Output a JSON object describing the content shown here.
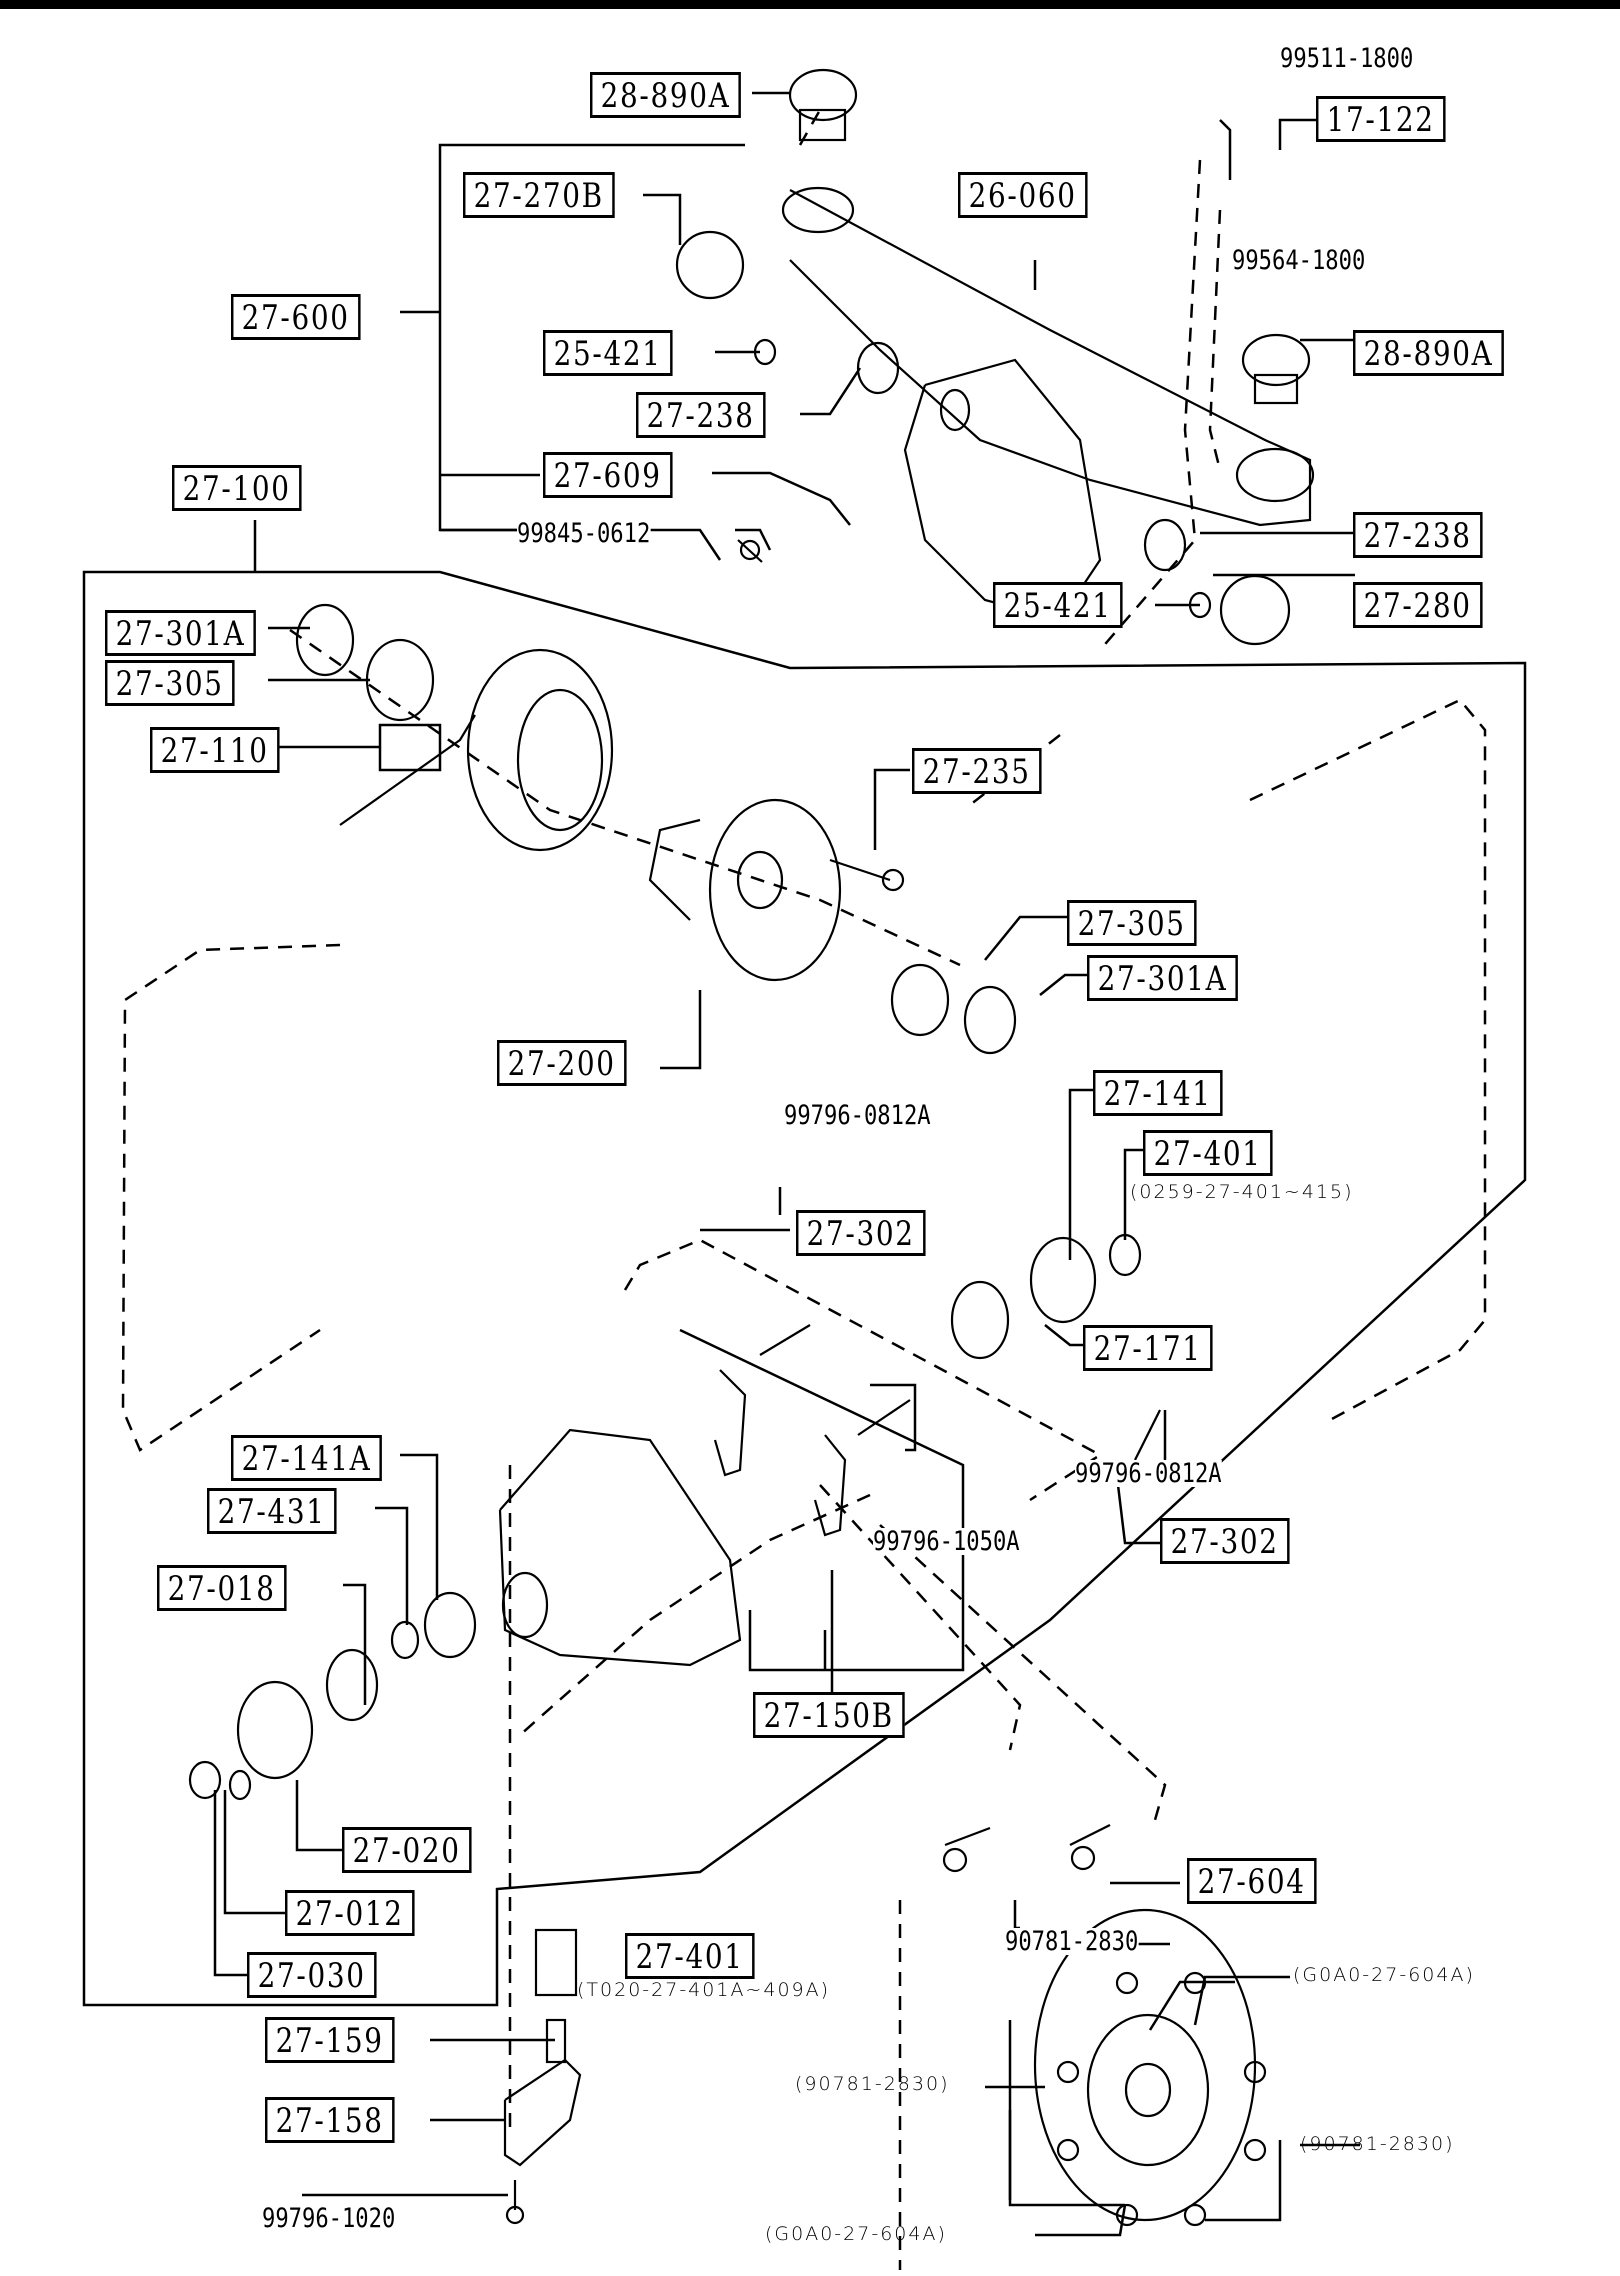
{
  "diagram": {
    "type": "exploded parts diagram",
    "subject": "rear differential and crossmember assembly",
    "boxed_labels": [
      {
        "id": "l01",
        "text": "28-890A"
      },
      {
        "id": "l02",
        "text": "17-122"
      },
      {
        "id": "l03",
        "text": "27-270B"
      },
      {
        "id": "l04",
        "text": "26-060"
      },
      {
        "id": "l05",
        "text": "27-600"
      },
      {
        "id": "l06",
        "text": "25-421"
      },
      {
        "id": "l07",
        "text": "28-890A"
      },
      {
        "id": "l08",
        "text": "27-238"
      },
      {
        "id": "l09",
        "text": "27-609"
      },
      {
        "id": "l10",
        "text": "27-100"
      },
      {
        "id": "l11",
        "text": "27-238"
      },
      {
        "id": "l12",
        "text": "25-421"
      },
      {
        "id": "l13",
        "text": "27-280"
      },
      {
        "id": "l14",
        "text": "27-301A"
      },
      {
        "id": "l15",
        "text": "27-305"
      },
      {
        "id": "l16",
        "text": "27-110"
      },
      {
        "id": "l17",
        "text": "27-235"
      },
      {
        "id": "l18",
        "text": "27-305"
      },
      {
        "id": "l19",
        "text": "27-301A"
      },
      {
        "id": "l20",
        "text": "27-200"
      },
      {
        "id": "l21",
        "text": "27-141"
      },
      {
        "id": "l22",
        "text": "27-401"
      },
      {
        "id": "l23",
        "text": "27-302"
      },
      {
        "id": "l24",
        "text": "27-171"
      },
      {
        "id": "l25",
        "text": "27-141A"
      },
      {
        "id": "l26",
        "text": "27-431"
      },
      {
        "id": "l27",
        "text": "27-302"
      },
      {
        "id": "l28",
        "text": "27-018"
      },
      {
        "id": "l29",
        "text": "27-150B"
      },
      {
        "id": "l30",
        "text": "27-020"
      },
      {
        "id": "l31",
        "text": "27-604"
      },
      {
        "id": "l32",
        "text": "27-012"
      },
      {
        "id": "l33",
        "text": "27-401"
      },
      {
        "id": "l34",
        "text": "27-030"
      },
      {
        "id": "l35",
        "text": "27-159"
      },
      {
        "id": "l36",
        "text": "27-158"
      }
    ],
    "plain_labels": [
      {
        "id": "p01",
        "text": "99511-1800"
      },
      {
        "id": "p02",
        "text": "99564-1800"
      },
      {
        "id": "p03",
        "text": "99845-0612"
      },
      {
        "id": "p04",
        "text": "99796-0812A"
      },
      {
        "id": "p05",
        "text": "99796-0812A"
      },
      {
        "id": "p06",
        "text": "99796-1050A"
      },
      {
        "id": "p07",
        "text": "90781-2830"
      },
      {
        "id": "p08",
        "text": "99796-1020"
      }
    ],
    "notes": [
      {
        "id": "n01",
        "text": "(0259-27-401~415)"
      },
      {
        "id": "n02",
        "text": "(T020-27-401A~409A)"
      },
      {
        "id": "n03",
        "text": "(G0A0-27-604A)"
      },
      {
        "id": "n04",
        "text": "(90781-2830)"
      },
      {
        "id": "n05",
        "text": "(90781-2830)"
      },
      {
        "id": "n06",
        "text": "(G0A0-27-604A)"
      }
    ]
  }
}
